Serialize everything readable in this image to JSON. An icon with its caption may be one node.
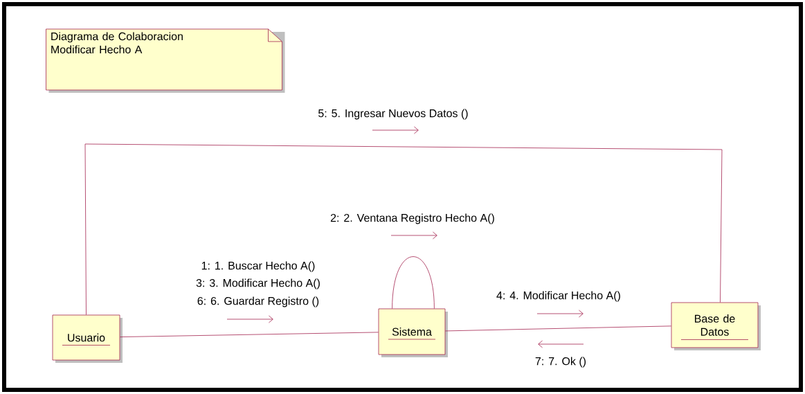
{
  "diagram": {
    "nodes": [
      {
        "text": [
          "Diagrama de Colaboracion Modificar Hecho A"
        ]
      },
      {
        "text": [
          "Usuario"
        ]
      },
      {
        "text": [
          "Sistema"
        ]
      },
      {
        "text": [
          "Base de Datos"
        ]
      }
    ],
    "edges": [
      {
        "from": 1,
        "to": 2,
        "arrow": "none",
        "label": "6: 6. Guardar Registro ()"
      },
      {
        "from": 2,
        "to": 2,
        "arrow": "none",
        "label": "2: 2. Ventana Registro Hecho A()"
      },
      {
        "from": 2,
        "to": 3,
        "arrow": "none",
        "label": "4: 4. Modificar Hecho A()"
      },
      {
        "from": 1,
        "to": 3,
        "arrow": "none",
        "label": "5: 5. Ingresar Nuevos Datos ()"
      }
    ],
    "labels": [
      "1: 1. Buscar Hecho A()",
      "3: 3. Modificar Hecho A()",
      "7: 7. Ok ()"
    ]
  }
}
